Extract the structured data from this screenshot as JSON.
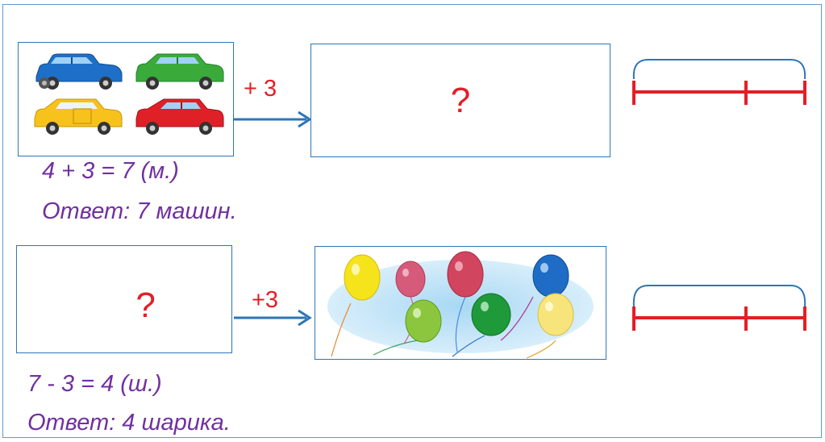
{
  "problem1": {
    "operation": "+ 3",
    "unknown": "?",
    "equation": "4 + 3 = 7 (м.)",
    "answer": "Ответ: 7 машин.",
    "cars": [
      "blue-car",
      "green-car",
      "yellow-car",
      "red-car"
    ]
  },
  "problem2": {
    "operation": "+3",
    "unknown": "?",
    "equation": "7 - 3 = 4 (ш.)",
    "answer": "Ответ: 4 шарика.",
    "balloons": [
      "yellow",
      "pink",
      "pink",
      "blue",
      "light-green",
      "green",
      "light-yellow"
    ]
  },
  "colors": {
    "frame": "#2e75b6",
    "arrow": "#2e75b6",
    "segment": "#e41e26",
    "brace": "#2e75b6",
    "equation_text": "#7030a0",
    "question_mark": "#e41e26"
  }
}
